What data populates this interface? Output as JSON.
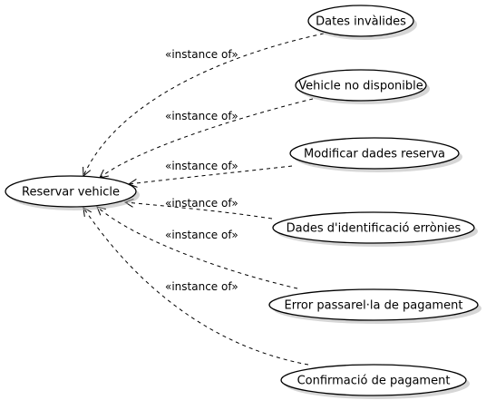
{
  "diagram": {
    "source": {
      "label": "Reservar vehicle"
    },
    "targets": [
      {
        "label": "Dates invàlides",
        "relation": "«instance of»"
      },
      {
        "label": "Vehicle no disponible",
        "relation": "«instance of»"
      },
      {
        "label": "Modificar dades reserva",
        "relation": "«instance of»"
      },
      {
        "label": "Dades d'identificació errònies",
        "relation": "«instance of»"
      },
      {
        "label": "Error passarel·la de pagament",
        "relation": "«instance of»"
      },
      {
        "label": "Confirmació de pagament",
        "relation": "«instance of»"
      }
    ],
    "colors": {
      "stroke": "#000000",
      "fill": "#ffffff",
      "shadow": "#b5b5b5"
    }
  }
}
